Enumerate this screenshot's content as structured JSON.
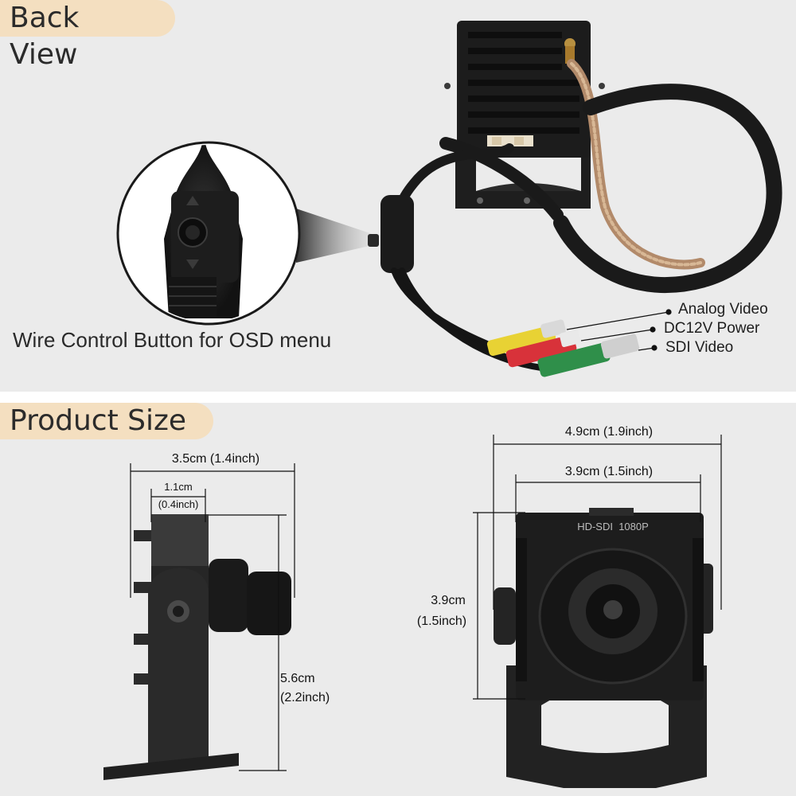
{
  "sections": {
    "back_view": {
      "title": "Back View",
      "caption": "Wire Control Button for OSD menu",
      "callouts": [
        "Analog Video",
        "DC12V Power",
        "SDI Video"
      ]
    },
    "product_size": {
      "title": "Product Size",
      "side": {
        "width": "3.5cm (1.4inch)",
        "lens_cm": "1.1cm",
        "lens_in": "(0.4inch)",
        "height_cm": "5.6cm",
        "height_in": "(2.2inch)"
      },
      "front": {
        "width_outer": "4.9cm (1.9inch)",
        "width_inner": "3.9cm (1.5inch)",
        "height_cm": "3.9cm",
        "height_in": "(1.5inch)",
        "label": "HD-SDI  1080P"
      }
    }
  },
  "colors": {
    "panel_bg": "#ebebeb",
    "tab_bg": "#f4dfc0",
    "camera_body": "#1c1c1c",
    "rca_yellow": "#e8d234",
    "rca_red": "#d8323a",
    "bnc_green": "#2f8f4a"
  }
}
